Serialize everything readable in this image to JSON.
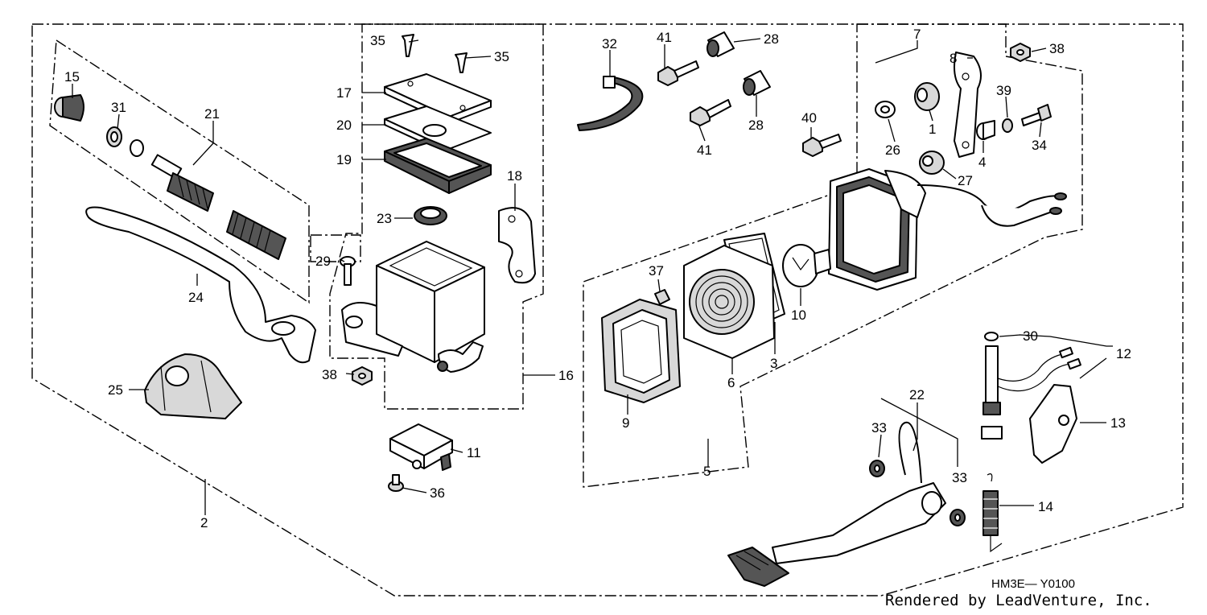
{
  "diagram": {
    "code": "HM3E— Y0100",
    "credit": "Rendered by LeadVenture, Inc.",
    "callouts": {
      "c1": "1",
      "c2": "2",
      "c3": "3",
      "c4": "4",
      "c5": "5",
      "c6": "6",
      "c7": "7",
      "c8": "8",
      "c9": "9",
      "c10": "10",
      "c11": "11",
      "c12": "12",
      "c13": "13",
      "c14": "14",
      "c15": "15",
      "c16": "16",
      "c17": "17",
      "c18": "18",
      "c19": "19",
      "c20": "20",
      "c21": "21",
      "c22": "22",
      "c23": "23",
      "c24": "24",
      "c25": "25",
      "c26": "26",
      "c27": "27",
      "c28a": "28",
      "c28b": "28",
      "c29": "29",
      "c30": "30",
      "c31": "31",
      "c32": "32",
      "c33a": "33",
      "c33b": "33",
      "c34": "34",
      "c35a": "35",
      "c35b": "35",
      "c36": "36",
      "c37": "37",
      "c38a": "38",
      "c38b": "38",
      "c39": "39",
      "c40": "40",
      "c41a": "41",
      "c41b": "41"
    }
  }
}
